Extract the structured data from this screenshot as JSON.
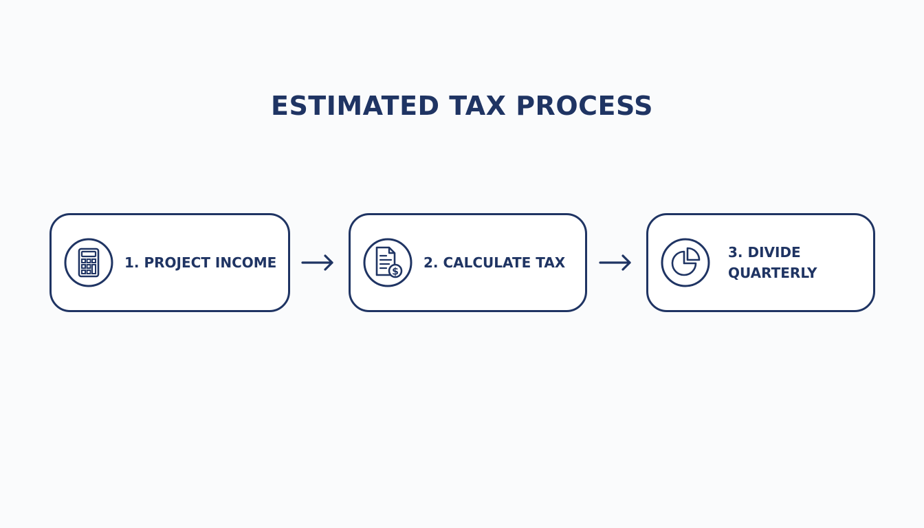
{
  "title": "ESTIMATED TAX PROCESS",
  "steps": [
    {
      "label": "1. PROJECT INCOME",
      "icon": "calculator-icon"
    },
    {
      "label": "2. CALCULATE TAX",
      "icon": "tax-document-icon"
    },
    {
      "label": "3. DIVIDE\nQUARTERLY",
      "icon": "pie-chart-icon"
    }
  ],
  "connectors": [
    "arrow-right-icon",
    "arrow-right-icon"
  ],
  "colors": {
    "primary": "#1f3463",
    "background": "#fafbfc",
    "box_fill": "#ffffff"
  }
}
